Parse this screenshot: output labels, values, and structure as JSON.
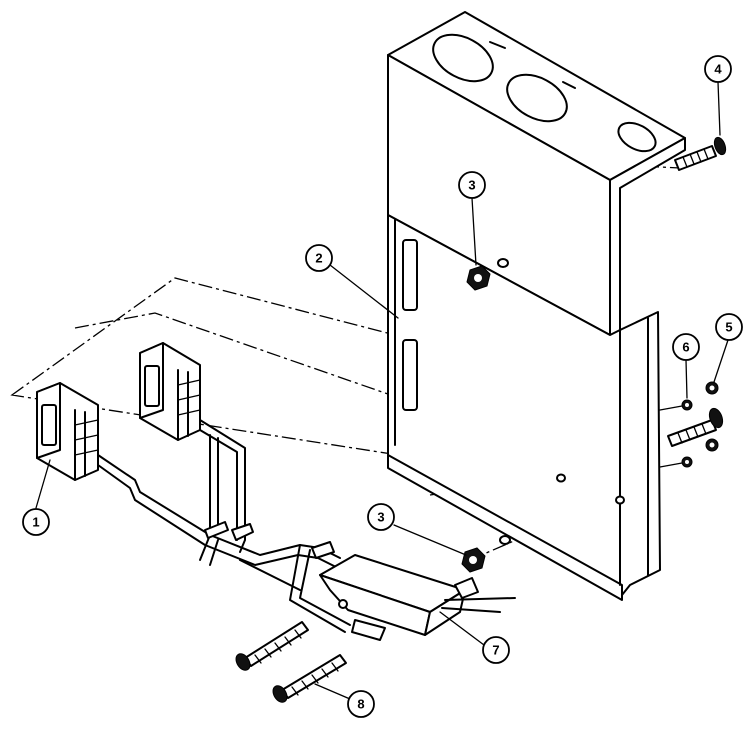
{
  "callouts": [
    {
      "id": "1",
      "label": "1"
    },
    {
      "id": "2",
      "label": "2"
    },
    {
      "id": "3a",
      "label": "3"
    },
    {
      "id": "3b",
      "label": "3"
    },
    {
      "id": "4",
      "label": "4"
    },
    {
      "id": "5",
      "label": "5"
    },
    {
      "id": "6",
      "label": "6"
    },
    {
      "id": "7",
      "label": "7"
    },
    {
      "id": "8",
      "label": "8"
    }
  ]
}
